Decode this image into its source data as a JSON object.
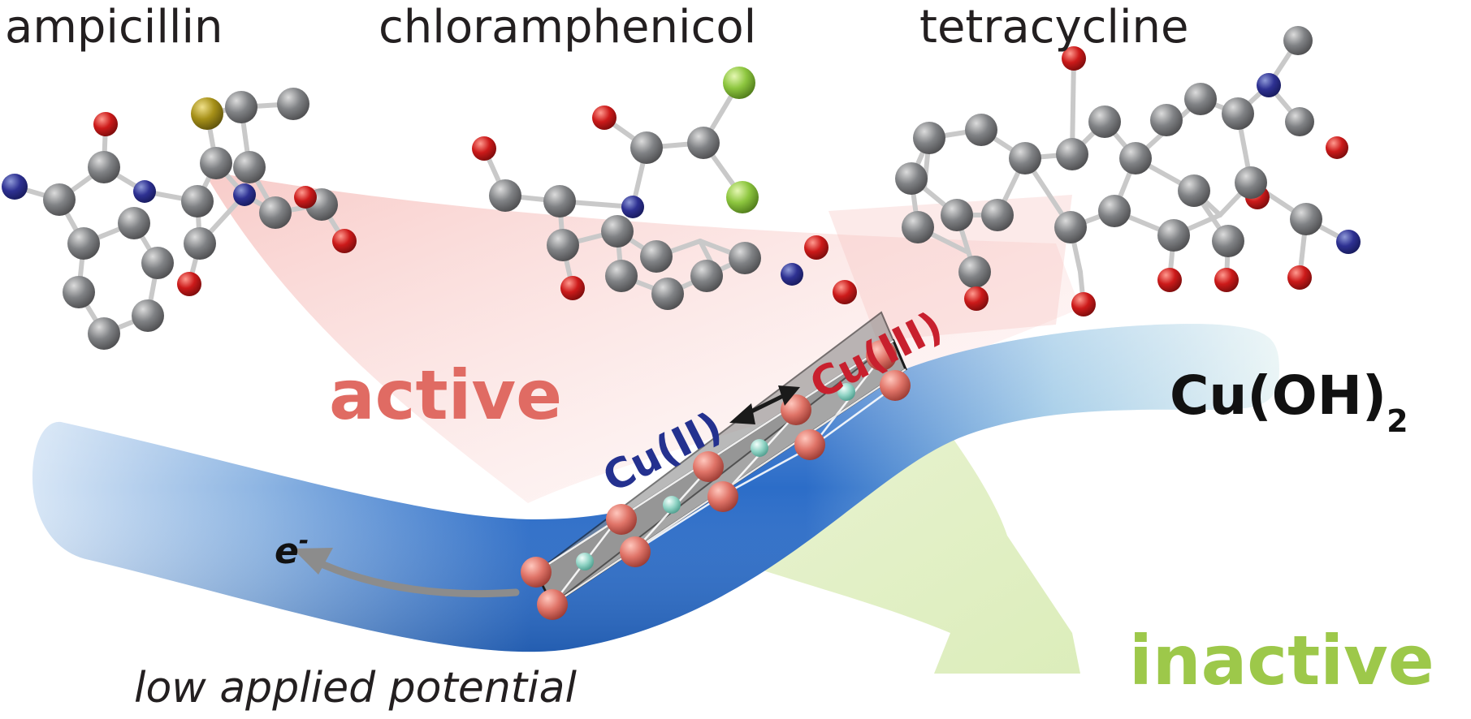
{
  "molecules": {
    "ampicillin": "ampicillin",
    "chloramphenicol": "chloramphenicol",
    "tetracycline": "tetracycline"
  },
  "labels": {
    "active": "active",
    "inactive": "inactive",
    "cu_ii": "Cu(II)",
    "cu_iii": "Cu(III)",
    "material_main": "Cu(OH)",
    "material_sub": "2",
    "electron_main": "e",
    "electron_sup": "-",
    "potential": "low applied potential"
  },
  "colors": {
    "active": "#e06b63",
    "inactive": "#9dc84a",
    "cu_ii": "#24318f",
    "cu_iii": "#c8202e",
    "wire": "#2f6fc9",
    "copper_atom": "#e07468",
    "oxygen_atom": "#cc1a1a",
    "carbon_atom": "#808285",
    "nitrogen_atom": "#2e3192",
    "sulfur_atom": "#a69018",
    "chlorine_atom": "#8dc63f"
  },
  "icons": {
    "redox_arrow": "double-headed-arrow",
    "electron_flow": "curved-arrow-left"
  }
}
